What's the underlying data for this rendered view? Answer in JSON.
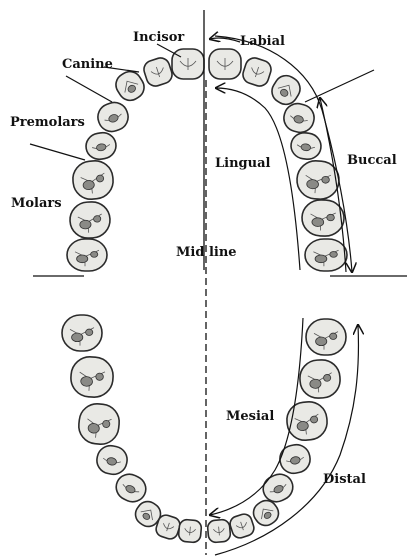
{
  "labels": {
    "incisor": "Incisor",
    "labial": "Labial",
    "canine": "Canine",
    "premolars": "Premolars",
    "molars": "Molars",
    "lingual": "Lingual",
    "buccal": "Buccal",
    "midline": "Mid line",
    "mesial": "Mesial",
    "distal": "Distal"
  },
  "colors": {
    "line": "#111111",
    "tooth_fill": "#e9e9e5",
    "tooth_shadow": "#8a8a86"
  }
}
